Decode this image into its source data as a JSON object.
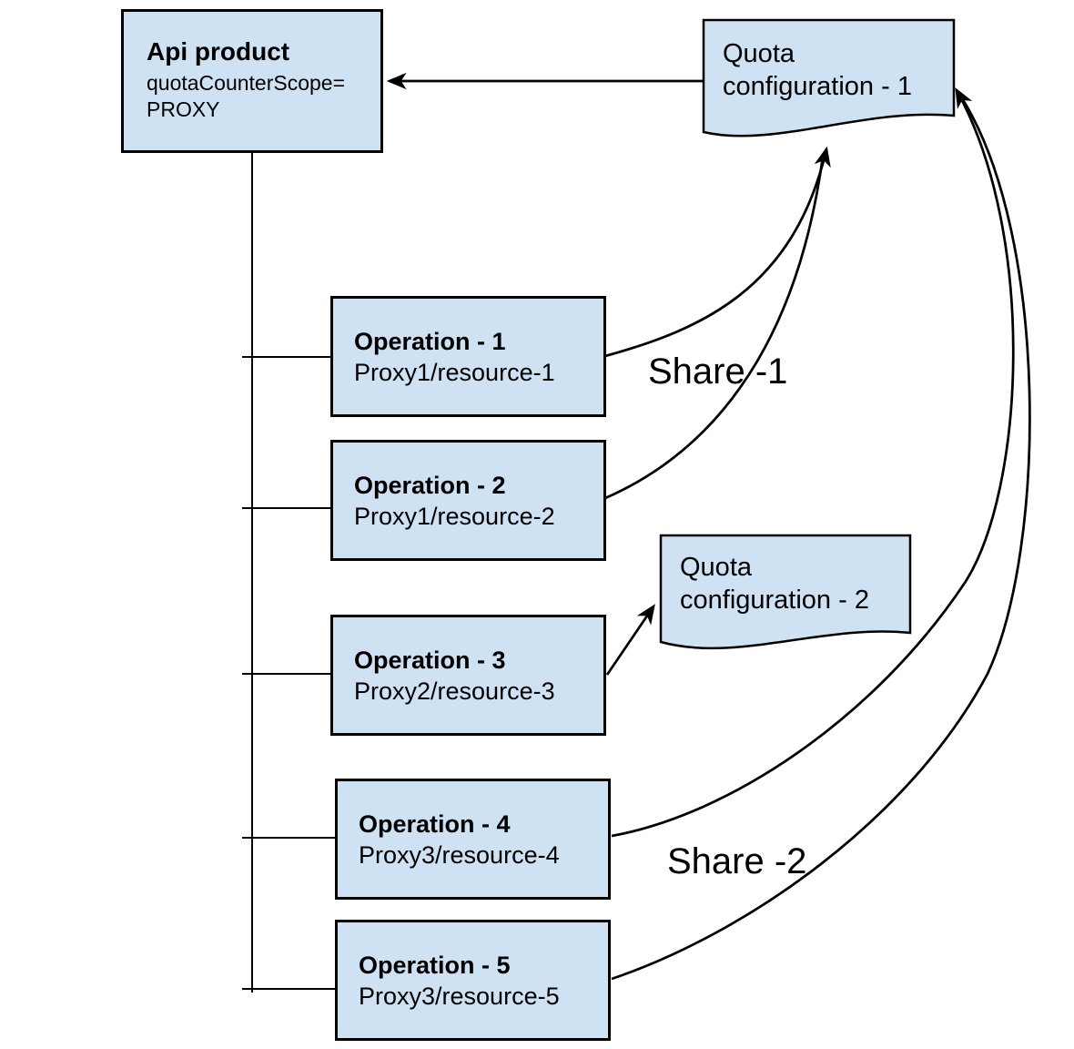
{
  "colors": {
    "fill": "#cfe2f3",
    "stroke": "#000000"
  },
  "api_product": {
    "title": "Api product",
    "attr_line1": "quotaCounterScope=",
    "attr_line2": "PROXY"
  },
  "quota_config_1": {
    "line1": "Quota",
    "line2": "configuration - 1"
  },
  "quota_config_2": {
    "line1": "Quota",
    "line2": "configuration - 2"
  },
  "operations": [
    {
      "title": "Operation - 1",
      "path": "Proxy1/resource-1"
    },
    {
      "title": "Operation - 2",
      "path": "Proxy1/resource-2"
    },
    {
      "title": "Operation - 3",
      "path": "Proxy2/resource-3"
    },
    {
      "title": "Operation - 4",
      "path": "Proxy3/resource-4"
    },
    {
      "title": "Operation - 5",
      "path": "Proxy3/resource-5"
    }
  ],
  "share_labels": {
    "share_1": "Share -1",
    "share_2": "Share -2"
  }
}
